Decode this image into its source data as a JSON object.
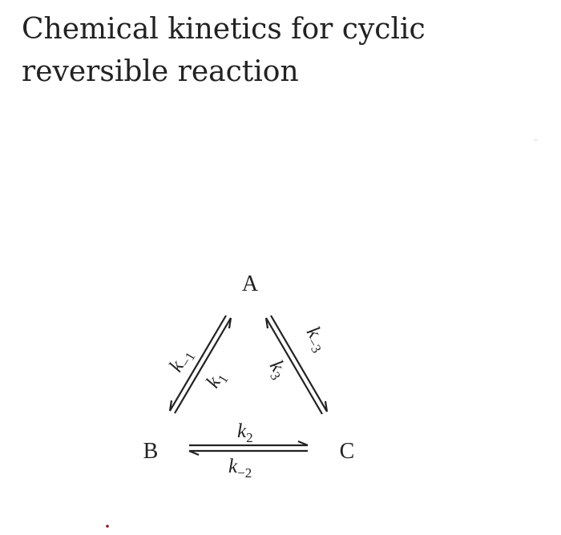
{
  "title": "Chemical kinetics for cyclic reversible reaction",
  "species": {
    "a": "A",
    "b": "B",
    "c": "C"
  },
  "rates": {
    "k1": {
      "symbol": "k",
      "sub": "1"
    },
    "k_minus_1": {
      "symbol": "k",
      "sub": "−1"
    },
    "k2": {
      "symbol": "k",
      "sub": "2"
    },
    "k_minus_2": {
      "symbol": "k",
      "sub": "−2"
    },
    "k3": {
      "symbol": "k",
      "sub": "3"
    },
    "k_minus_3": {
      "symbol": "k",
      "sub": "−3"
    }
  }
}
